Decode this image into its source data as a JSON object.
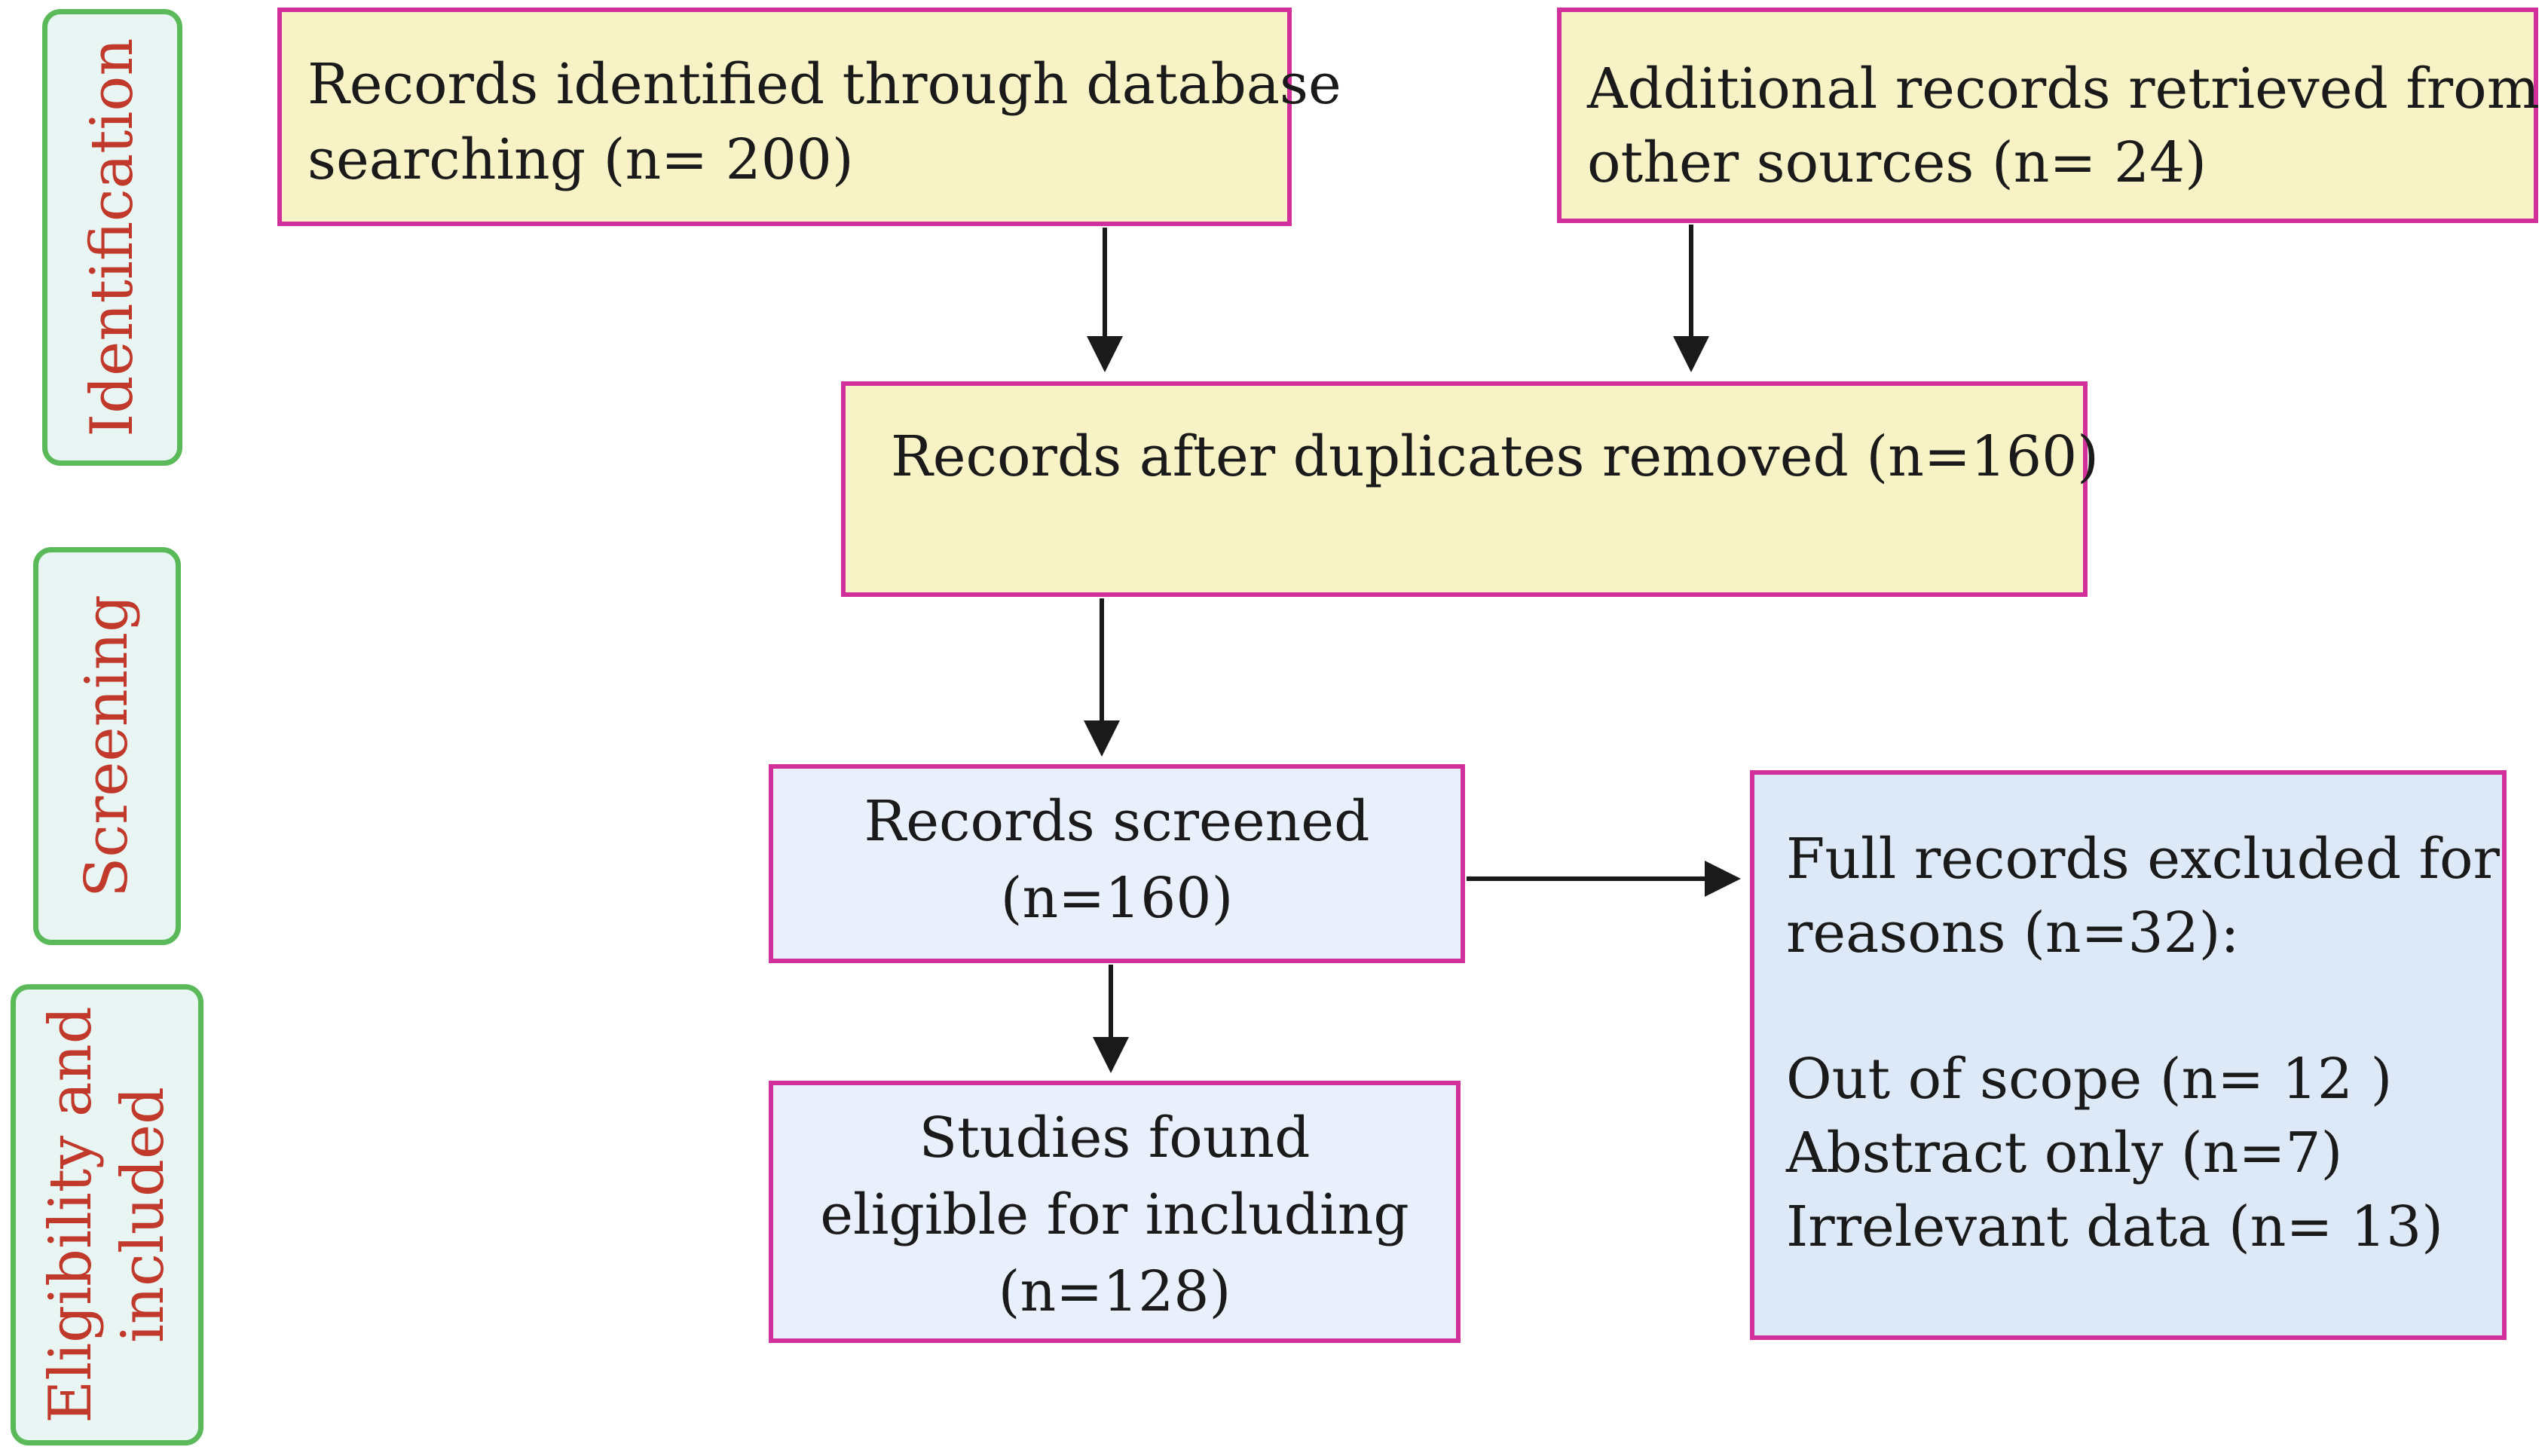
{
  "stages": {
    "identification": "Identification",
    "screening": "Screening",
    "eligibility_line1": "Eligibility and",
    "eligibility_line2": "included"
  },
  "boxes": {
    "database": {
      "line1": "Records identified through database",
      "line2": "searching (n= 200)"
    },
    "additional": {
      "line1": "Additional records retrieved from",
      "line2": "other sources (n= 24)"
    },
    "duplicates": {
      "line1": "Records after duplicates removed (n=160)"
    },
    "screened": {
      "line1": "Records screened",
      "line2": "(n=160)"
    },
    "eligible": {
      "line1": "Studies found",
      "line2": "eligible for including",
      "line3": "(n=128)"
    },
    "excluded": {
      "line1": "Full records excluded for",
      "line2": "reasons (n=32):",
      "reason1": "Out of scope (n= 12 )",
      "reason2": "Abstract only (n=7)",
      "reason3": "Irrelevant data (n= 13)"
    }
  },
  "colors": {
    "box_border": "#d12f9a",
    "yellow_fill": "#f7f3c6",
    "blue_fill": "#e9f0fb",
    "stage_border": "#5aba5a",
    "stage_text": "#c0392b",
    "arrow": "#1a1a1a"
  }
}
